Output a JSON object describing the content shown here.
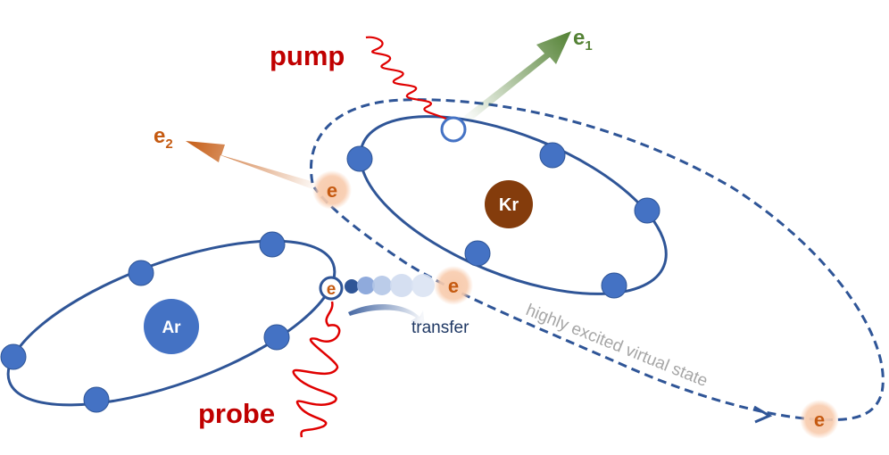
{
  "labels": {
    "pump": "pump",
    "probe": "probe",
    "transfer": "transfer",
    "virtual_state": "highly excited virtual state",
    "e1_base": "e",
    "e1_sub": "1",
    "e2_base": "e",
    "e2_sub": "2"
  },
  "atoms": {
    "kr": {
      "symbol": "Kr",
      "color": "#843c0c"
    },
    "ar": {
      "symbol": "Ar",
      "color": "#4472c4"
    }
  },
  "electrons": {
    "symbol": "e",
    "kr_escaped": "e",
    "ar_transferring": "e",
    "transfer_target": "e",
    "virtual_state": "e"
  },
  "colors": {
    "orbit": "#2f5597",
    "electron": "#4472c4",
    "laser": "#e00000",
    "label_red": "#c00000",
    "e1_arrow": "#548235",
    "e2_arrow": "#c55a11",
    "electron_text": "#c55a11",
    "glow": "#f4b183",
    "virtual_text": "#a6a6a6",
    "transfer_text": "#1f3864"
  }
}
